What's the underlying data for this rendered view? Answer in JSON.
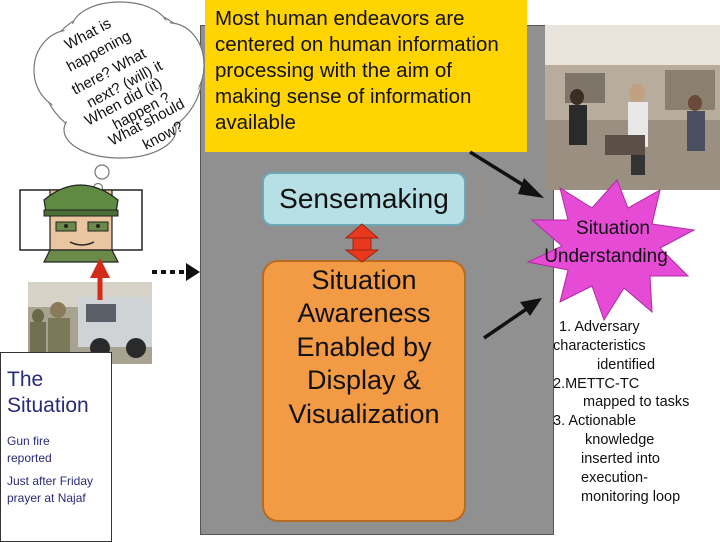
{
  "thought_bubble": {
    "lines": [
      "What is",
      "happening",
      "there? What",
      "next? (will) it",
      "When did (it)",
      "happen ?",
      "What should",
      "know?"
    ]
  },
  "callout": {
    "text": "Most human endeavors are centered on human information processing with the aim of making sense of information available"
  },
  "sensemaking_label": "Sensemaking",
  "situation_awareness": {
    "lines": [
      "Situation",
      "Awareness",
      "Enabled by",
      "Display &",
      "Visualization"
    ]
  },
  "situation_understanding": {
    "lines": [
      "Situation",
      "Understanding"
    ]
  },
  "the_situation": {
    "title_lines": [
      "The",
      "Situation"
    ],
    "detail_lines": [
      "Gun fire",
      "reported",
      "",
      "Just after Friday",
      "prayer at Najaf"
    ]
  },
  "understanding_list": {
    "lines": [
      "1.   Adversary",
      "characteristics",
      "identified",
      "2.METTC-TC",
      "mapped to tasks",
      "3. Actionable",
      "knowledge",
      "inserted into",
      "execution-",
      "monitoring loop"
    ]
  },
  "colors": {
    "callout": "#ffd400",
    "sensemaking_box": "#b7dfe6",
    "awareness_box": "#f39a45",
    "double_arrow": "#e8391e",
    "starburst": "#e64bd6",
    "panel": "#909090"
  }
}
